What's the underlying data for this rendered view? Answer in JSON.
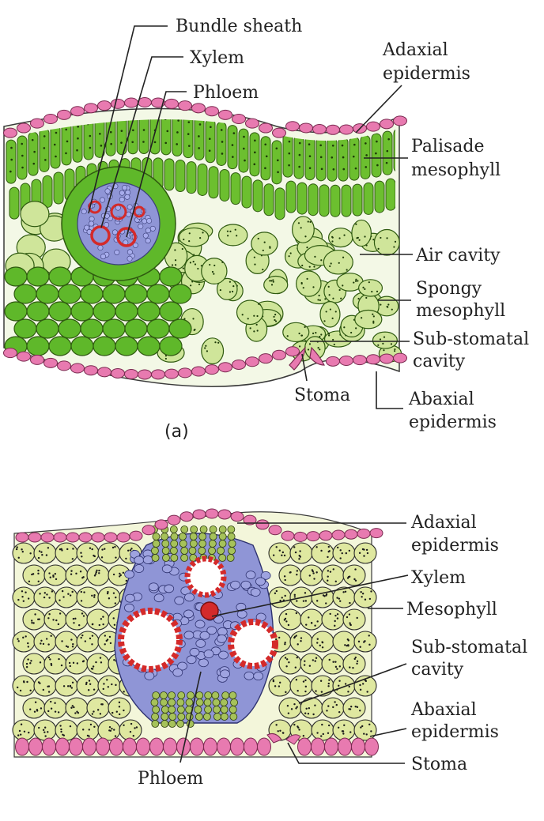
{
  "figure_a": {
    "caption": "(a)",
    "labels": {
      "bundle_sheath": "Bundle sheath",
      "xylem": "Xylem",
      "phloem": "Phloem",
      "adaxial_epidermis": [
        "Adaxial",
        "epidermis"
      ],
      "palisade_mesophyll": [
        "Palisade",
        "mesophyll"
      ],
      "air_cavity": "Air cavity",
      "spongy_mesophyll": [
        "Spongy",
        "mesophyll"
      ],
      "sub_stomatal_cavity": [
        "Sub-stomatal",
        "cavity"
      ],
      "stoma": "Stoma",
      "abaxial_epidermis": [
        "Abaxial",
        "epidermis"
      ]
    }
  },
  "figure_b": {
    "labels": {
      "adaxial_epidermis": [
        "Adaxial",
        "epidermis"
      ],
      "xylem": "Xylem",
      "mesophyll": "Mesophyll",
      "sub_stomatal_cavity": [
        "Sub-stomatal",
        "cavity"
      ],
      "abaxial_epidermis": [
        "Abaxial",
        "epidermis"
      ],
      "stoma": "Stoma",
      "phloem": "Phloem"
    }
  },
  "colors": {
    "epidermis_pink": "#e87ab0",
    "cuticle_green": "#8cc63f",
    "palisade_green": "#6cbf2f",
    "bundle_green": "#5fb82a",
    "spongy_pale": "#cfe59a",
    "vascular_blue": "#8f95d6",
    "xylem_red": "#e23b3b",
    "mesophyll_b": "#dfe8a0"
  }
}
